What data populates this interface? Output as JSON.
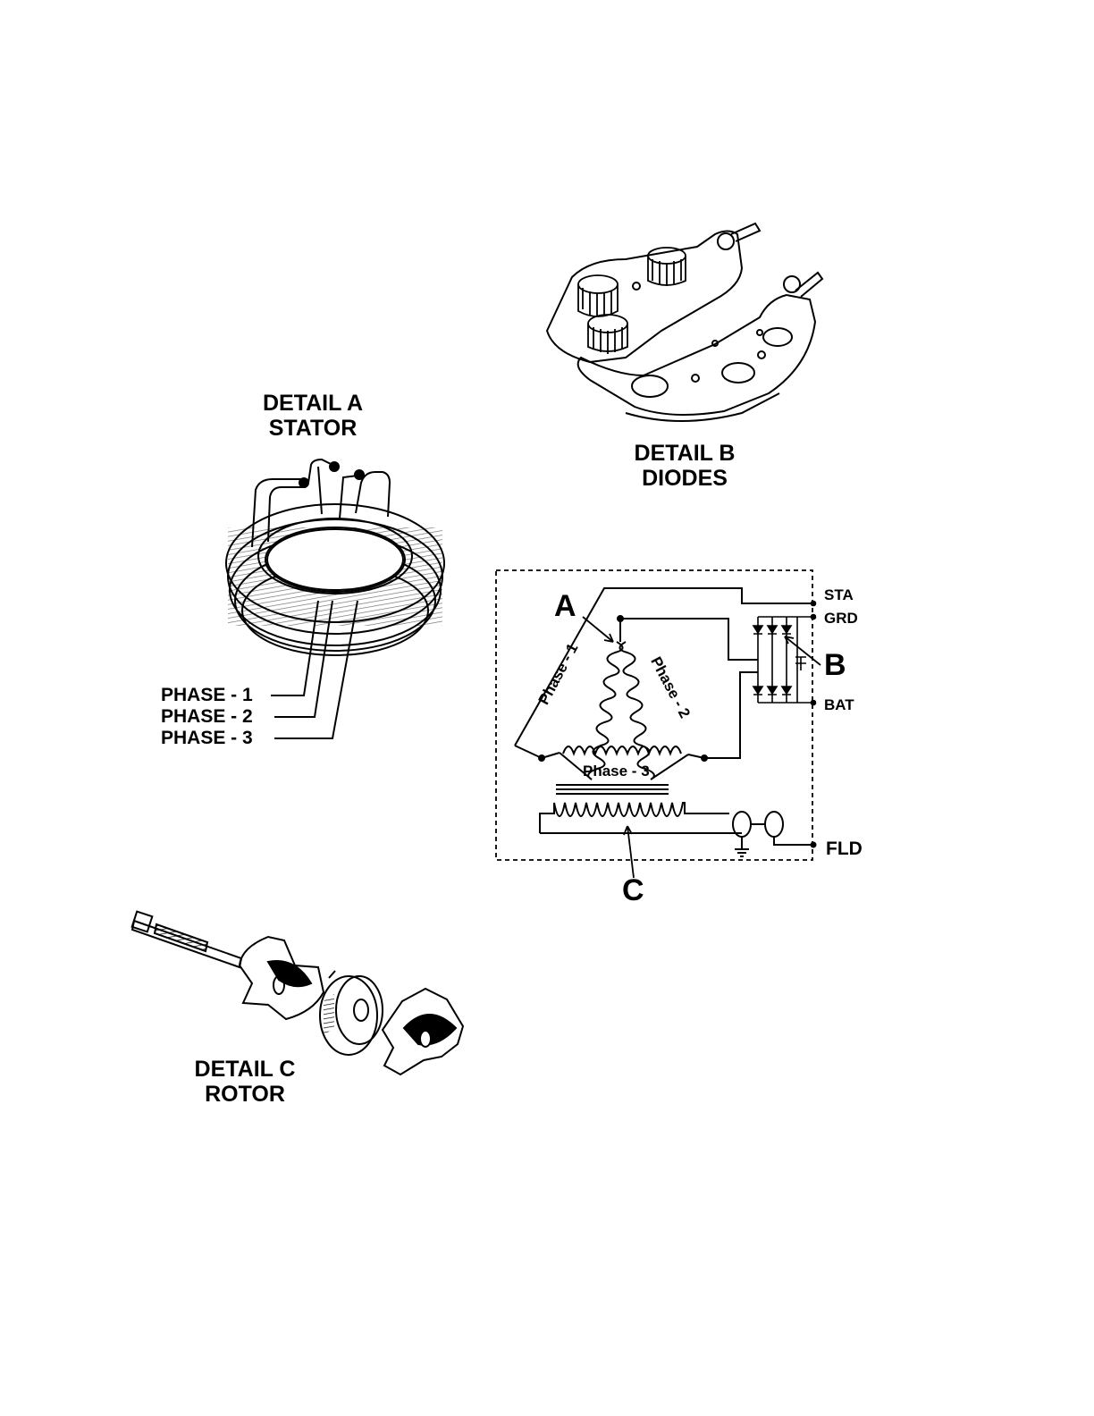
{
  "detail_a": {
    "line1": "DETAIL A",
    "line2": "STATOR",
    "phases": [
      "PHASE - 1",
      "PHASE - 2",
      "PHASE - 3"
    ]
  },
  "detail_b": {
    "line1": "DETAIL B",
    "line2": "DIODES"
  },
  "detail_c": {
    "line1": "DETAIL C",
    "line2": "ROTOR"
  },
  "schematic": {
    "callouts": {
      "a": "A",
      "b": "B",
      "c": "C"
    },
    "terminals": {
      "sta": "STA",
      "grd": "GRD",
      "bat": "BAT",
      "fld": "FLD"
    },
    "windings": {
      "p1": "Phase - 1",
      "p2": "Phase - 2",
      "p3": "Phase - 3"
    }
  }
}
